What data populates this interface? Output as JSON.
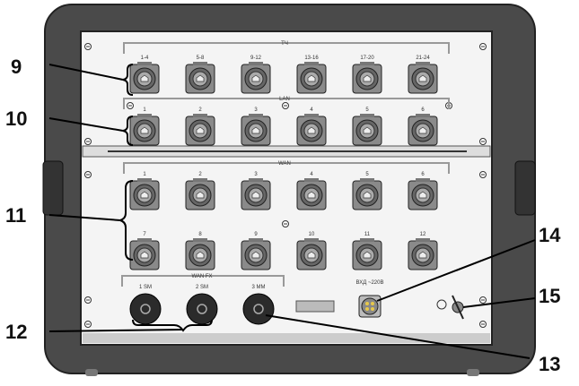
{
  "groups": {
    "tch": {
      "title": "ТЧ",
      "ports": [
        "1-4",
        "5-8",
        "9-12",
        "13-16",
        "17-20",
        "21-24"
      ]
    },
    "lan": {
      "title": "LAN",
      "ports": [
        "1",
        "2",
        "3",
        "4",
        "5",
        "6"
      ]
    },
    "wan": {
      "title": "WAN",
      "ports": [
        "1",
        "2",
        "3",
        "4",
        "5",
        "6",
        "7",
        "8",
        "9",
        "10",
        "11",
        "12"
      ]
    },
    "wan_fx": {
      "title": "WAN FX",
      "ports": [
        "1 SM",
        "2 SM",
        "3 MM"
      ]
    }
  },
  "power_label": "ВХД ~220В",
  "callouts": [
    "9",
    "10",
    "11",
    "12",
    "13",
    "14",
    "15"
  ],
  "colors": {
    "case": "#4a4a4a",
    "panel": "#f4f4f4",
    "port": "#8a8a8a"
  }
}
